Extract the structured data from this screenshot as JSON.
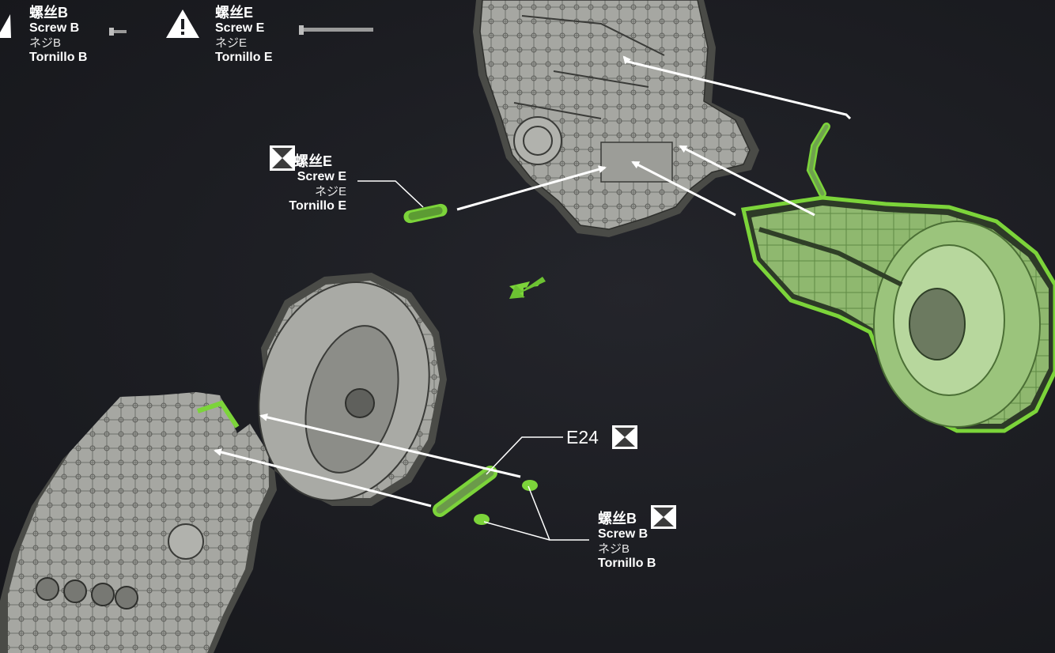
{
  "legend": {
    "screw_b": {
      "zh": "螺丝B",
      "en": "Screw B",
      "ja": "ネジB",
      "es": "Tornillo B"
    },
    "screw_e": {
      "zh": "螺丝E",
      "en": "Screw E",
      "ja": "ネジE",
      "es": "Tornillo E"
    }
  },
  "callouts": {
    "screw_e": {
      "zh": "螺丝E",
      "en": "Screw E",
      "ja": "ネジE",
      "es": "Tornillo E"
    },
    "screw_b": {
      "zh": "螺丝B",
      "en": "Screw B",
      "ja": "ネジB",
      "es": "Tornillo B"
    },
    "part_e24": "E24"
  },
  "icons": [
    "warning-triangle-icon",
    "hourglass-x-icon",
    "direction-arrow-icon"
  ],
  "colors": {
    "background": "#1c1d22",
    "highlight_green": "#7cd43a",
    "part_gray": "#a9aaa5",
    "outline_green": "#5fc13a"
  }
}
